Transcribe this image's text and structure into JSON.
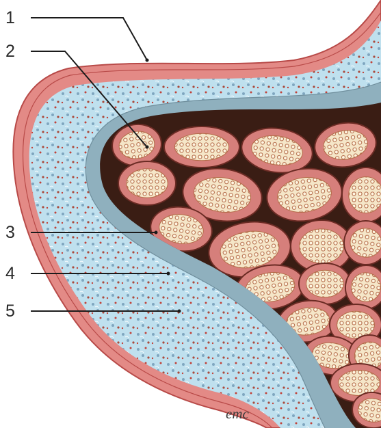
{
  "diagram": {
    "labels": [
      {
        "number": "1"
      },
      {
        "number": "2"
      },
      {
        "number": "3"
      },
      {
        "number": "4"
      },
      {
        "number": "5"
      }
    ],
    "signature": "emc",
    "colors": {
      "outer_sheath": "#e38a86",
      "outer_sheath_line": "#b84a48",
      "connective_layer": "#bfe0ee",
      "connective_speckle": "#c0433a",
      "connective_dots": "#7fa6bf",
      "inner_band": "#8fb0be",
      "fascicle": "#d67f7b",
      "fascicle_edge": "#6b2b24",
      "fascicle_core": "#f5e6c8",
      "fascicle_pattern": "#b36a47",
      "background_gap": "#3a1d14"
    }
  }
}
